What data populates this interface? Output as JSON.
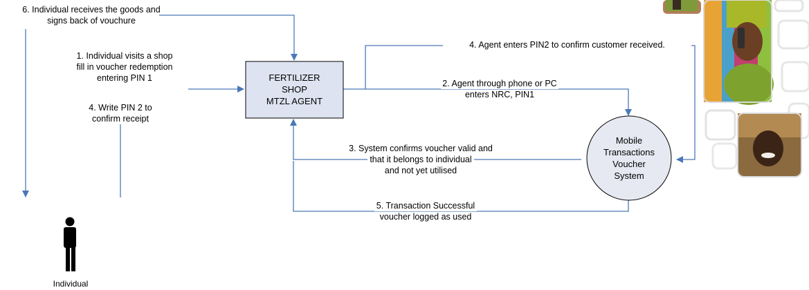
{
  "nodes": {
    "shop": [
      "FERTILIZER",
      "SHOP",
      "MTZL AGENT"
    ],
    "system": [
      "Mobile",
      "Transactions",
      "Voucher",
      "System"
    ],
    "individual": "Individual"
  },
  "edges": {
    "step1": [
      "1. Individual visits  a shop",
      "fill in voucher redemption",
      "entering PIN 1"
    ],
    "step2": [
      "2. Agent through phone or PC",
      "enters NRC, PIN1"
    ],
    "step3": [
      "3. System confirms voucher valid and",
      "that it belongs to individual",
      "and not yet utilised"
    ],
    "step4a": [
      "4. Write PIN 2 to",
      "confirm receipt"
    ],
    "step4b": "4. Agent enters PIN2 to confirm customer received.",
    "step5": [
      "5. Transaction Successful",
      "voucher logged as used"
    ],
    "step6": [
      "6. Individual receives the goods and",
      "signs back of vouchure"
    ]
  },
  "colors": {
    "arrow": "#4a78b8",
    "shop_fill": "#dde3f0",
    "system_fill": "#e6e9f2",
    "outline": "#000000"
  }
}
